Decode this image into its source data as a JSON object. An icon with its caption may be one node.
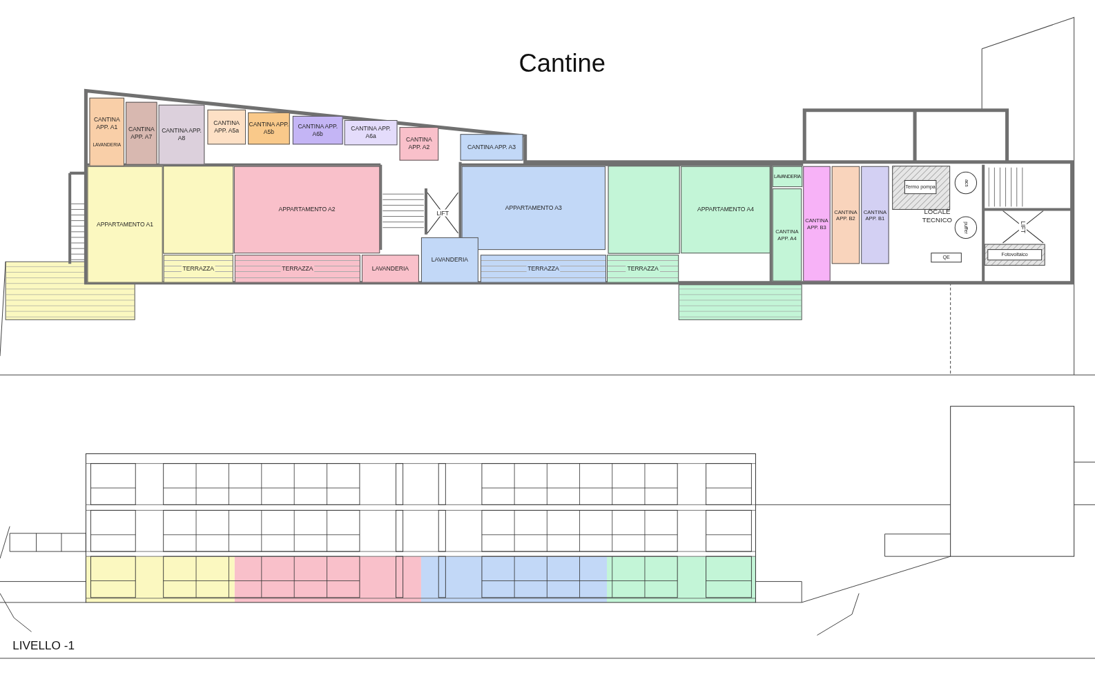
{
  "diagram": {
    "title": "Cantine",
    "nodes": [
      {
        "text": [
          "CANTINA APP. A1",
          "LAVANDERIA"
        ]
      },
      {
        "text": [
          "CANTINA APP. A7"
        ]
      },
      {
        "text": [
          "CANTINA APP. A8"
        ]
      },
      {
        "text": [
          "CANTINA APP. A5a"
        ]
      },
      {
        "text": [
          "CANTINA APP. A5b"
        ]
      },
      {
        "text": [
          "CANTINA APP. A6b"
        ]
      },
      {
        "text": [
          "CANTINA APP. A6a"
        ]
      },
      {
        "text": [
          "CANTINA APP. A2"
        ]
      },
      {
        "text": [
          "CANTINA APP. A3"
        ]
      },
      {
        "text": [
          "APPARTAMENTO A1"
        ]
      },
      {
        "text": [
          "APPARTAMENTO A2"
        ]
      },
      {
        "text": [
          "LIFT"
        ]
      },
      {
        "text": [
          "APPARTAMENTO A3"
        ]
      },
      {
        "text": [
          "APPARTAMENTO A4"
        ]
      },
      {
        "text": [
          "LAVANDERIA"
        ]
      },
      {
        "text": [
          "CANTINA APP. A4"
        ]
      },
      {
        "text": [
          "CANTINA APP. B3"
        ]
      },
      {
        "text": [
          "CANTINA APP. B2"
        ]
      },
      {
        "text": [
          "CANTINA APP. B1"
        ]
      },
      {
        "text": [
          "LOCALE TECNICO"
        ]
      },
      {
        "text": [
          "Termo pompa"
        ],
        "in": 19
      },
      {
        "text": [
          "acs"
        ],
        "in": 19
      },
      {
        "text": [
          "puffer"
        ],
        "in": 19
      },
      {
        "text": [
          "QE"
        ],
        "in": 19
      },
      {
        "text": [
          "LIFT"
        ]
      },
      {
        "text": [
          "Fotovoltaico"
        ]
      },
      {
        "text": [
          "TERRAZZA"
        ]
      },
      {
        "text": [
          "TERRAZZA"
        ]
      },
      {
        "text": [
          "LAVANDERIA"
        ]
      },
      {
        "text": [
          "LAVANDERIA"
        ]
      },
      {
        "text": [
          "TERRAZZA"
        ]
      },
      {
        "text": [
          "TERRAZZA"
        ]
      }
    ],
    "labels": [
      "LIVELLO -1"
    ]
  }
}
